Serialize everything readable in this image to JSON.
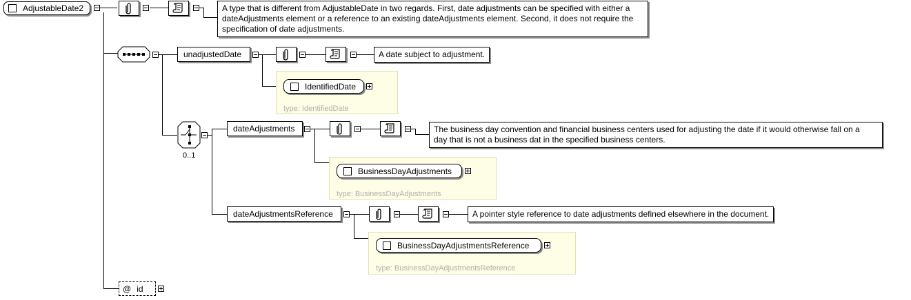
{
  "root": {
    "name": "AdjustableDate2"
  },
  "root_doc": "A type that is different from AdjustableDate in two regards. First, date adjustments can be specified with either a dateAdjustments element or a reference to an existing dateAdjustments element. Second, it does not require the specification of date adjustments.",
  "root_doc_lines": [
    "A type that is different from AdjustableDate in two regards. First, date adjustments can be specified with either a",
    "dateAdjustments element or a reference to an existing dateAdjustments element. Second, it does not require the",
    "specification of date adjustments."
  ],
  "choice": {
    "occurrence": "0..1"
  },
  "elements": {
    "unadjustedDate": {
      "name": "unadjustedDate",
      "doc": "A date subject to adjustment.",
      "type_ref": "IdentifiedDate",
      "type_label": "type: IdentifiedDate"
    },
    "dateAdjustments": {
      "name": "dateAdjustments",
      "doc_lines": [
        "The business day convention and financial business centers used for adjusting the date if it would otherwise fall on a",
        "day that is not a business dat in the specified business centers."
      ],
      "type_ref": "BusinessDayAdjustments",
      "type_label": "type: BusinessDayAdjustments"
    },
    "dateAdjustmentsReference": {
      "name": "dateAdjustmentsReference",
      "doc": "A pointer style reference to date adjustments defined elsewhere in the document.",
      "type_ref": "BusinessDayAdjustmentsReference",
      "type_label": "type: BusinessDayAdjustmentsReference"
    }
  },
  "attribute": {
    "symbol": "@",
    "name": "id"
  },
  "icons": {
    "annotation": "paperclip-icon",
    "documentation": "scroll-icon",
    "sequence": "sequence-compositor-icon",
    "choice": "choice-compositor-icon",
    "toggle_collapse": "minus-icon",
    "toggle_expand": "plus-icon"
  }
}
